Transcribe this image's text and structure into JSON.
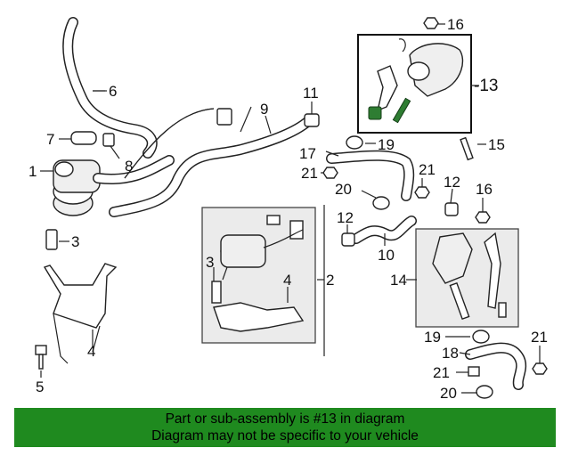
{
  "callouts": {
    "c1": "1",
    "c2": "2",
    "c3a": "3",
    "c3b": "3",
    "c4a": "4",
    "c4b": "4",
    "c5": "5",
    "c6": "6",
    "c7": "7",
    "c8": "8",
    "c9": "9",
    "c10": "10",
    "c11": "11",
    "c12a": "12",
    "c12b": "12",
    "c13": "-13",
    "c14": "14",
    "c15": "15",
    "c16a": "16",
    "c16b": "16",
    "c17": "17",
    "c19a": "19",
    "c19b": "19",
    "c18": "18",
    "c20a": "20",
    "c20b": "20",
    "c21a": "21",
    "c21b": "21",
    "c21c": "21",
    "c21d": "21"
  },
  "banner": {
    "line1": "Part or sub-assembly is #13 in diagram",
    "line2": "Diagram may not be specific to your vehicle"
  },
  "colors": {
    "banner_bg": "#1f8a1f",
    "highlight_part": "#2e7d32",
    "subassembly_box": "#ebebeb"
  }
}
